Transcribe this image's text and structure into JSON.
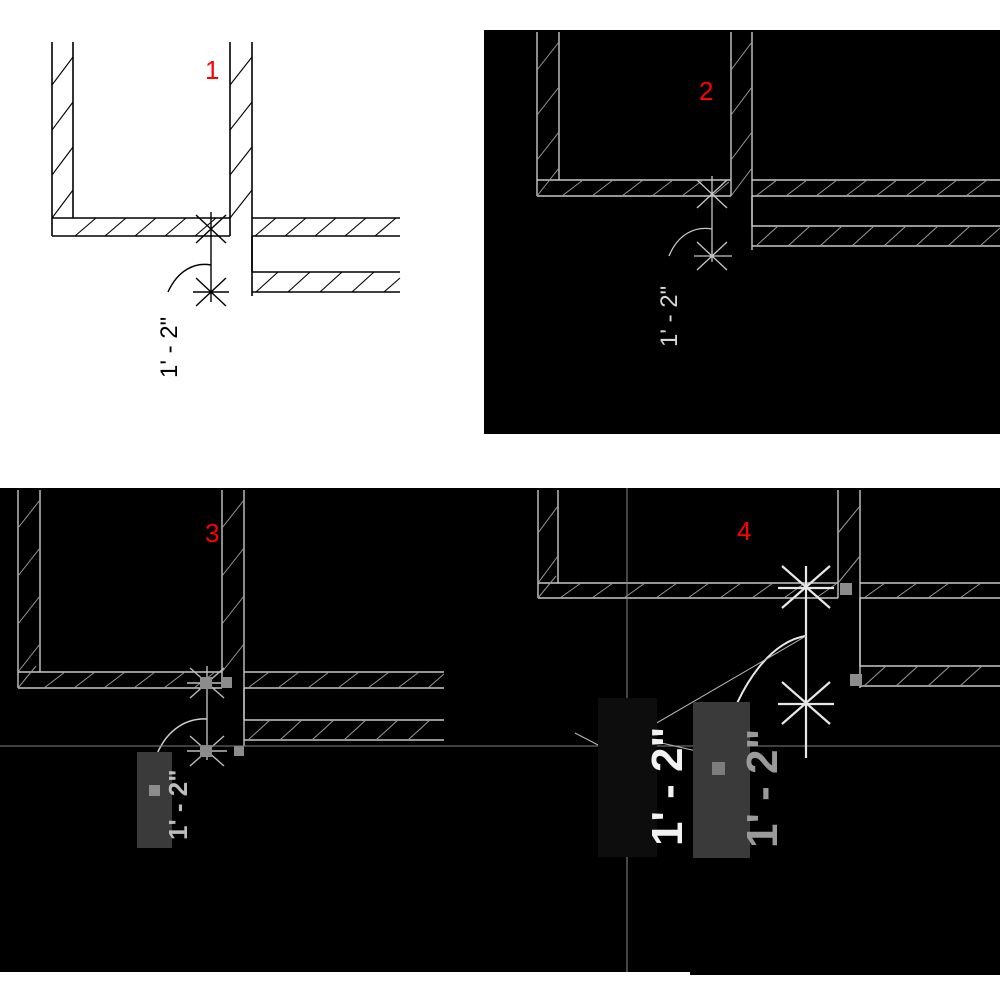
{
  "app": {
    "title": "CAD dimension grip-edit sequence",
    "panel_count": 4
  },
  "colors": {
    "white_bg": "#ffffff",
    "black_bg": "#000000",
    "line_dark": "#000000",
    "line_light": "#c8c8c8",
    "line_grey": "#9a9a9a",
    "grip_grey": "#8c8c8c",
    "highlight_box": "#3a3a3a",
    "ghost_box": "#0d0d0d",
    "label_red": "#ff0000",
    "cursor_grey": "#b0b0b0"
  },
  "panels": [
    {
      "id": "panel-1",
      "number": "1",
      "theme": "light",
      "dimension": {
        "text": "1' - 2\"",
        "rotation": -90,
        "selected": false
      },
      "state_note": "unselected dimension on white background"
    },
    {
      "id": "panel-2",
      "number": "2",
      "theme": "dark",
      "dimension": {
        "text": "1' - 2\"",
        "rotation": -90,
        "selected": false
      },
      "state_note": "unselected dimension on black background"
    },
    {
      "id": "panel-3",
      "number": "3",
      "theme": "dark",
      "dimension": {
        "text": "1' - 2\"",
        "rotation": -90,
        "selected": true
      },
      "grip_count": 4,
      "state_note": "dimension selected showing grips and highlighted text box"
    },
    {
      "id": "panel-4",
      "number": "4",
      "theme": "dark",
      "dimension": {
        "text": "1' - 2\"",
        "rotation": -90,
        "selected": true,
        "dragging": true
      },
      "ghost_dimension": {
        "text": "1' - 2\"",
        "rotation": -90
      },
      "grip_count": 2,
      "state_note": "text grip being dragged, ghost preview shown with crosshair cursor"
    }
  ],
  "dimension_value": "1' - 2\"",
  "labels": {
    "one": "1",
    "two": "2",
    "three": "3",
    "four": "4"
  }
}
